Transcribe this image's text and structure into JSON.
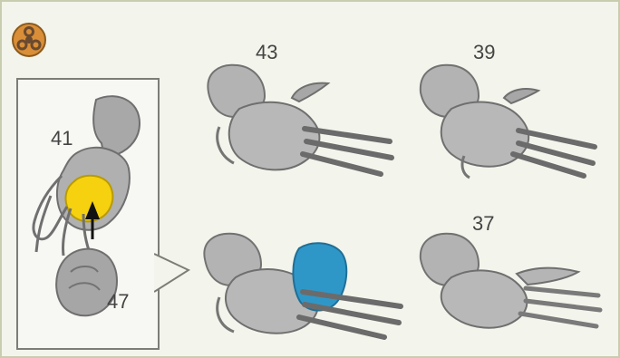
{
  "badge": {
    "icon": "biohazard-icon"
  },
  "callout": {
    "labels": {
      "top": "41",
      "bottom": "47"
    },
    "highlight_color": "#f6d10f"
  },
  "gauntlets": [
    {
      "id": "43",
      "label": "43",
      "color": "#a9a9a9"
    },
    {
      "id": "39",
      "label": "39",
      "color": "#a9a9a9"
    },
    {
      "id": "37",
      "label": "37",
      "color": "#a9a9a9"
    }
  ],
  "highlight": {
    "accent_color": "#2f97c8"
  }
}
